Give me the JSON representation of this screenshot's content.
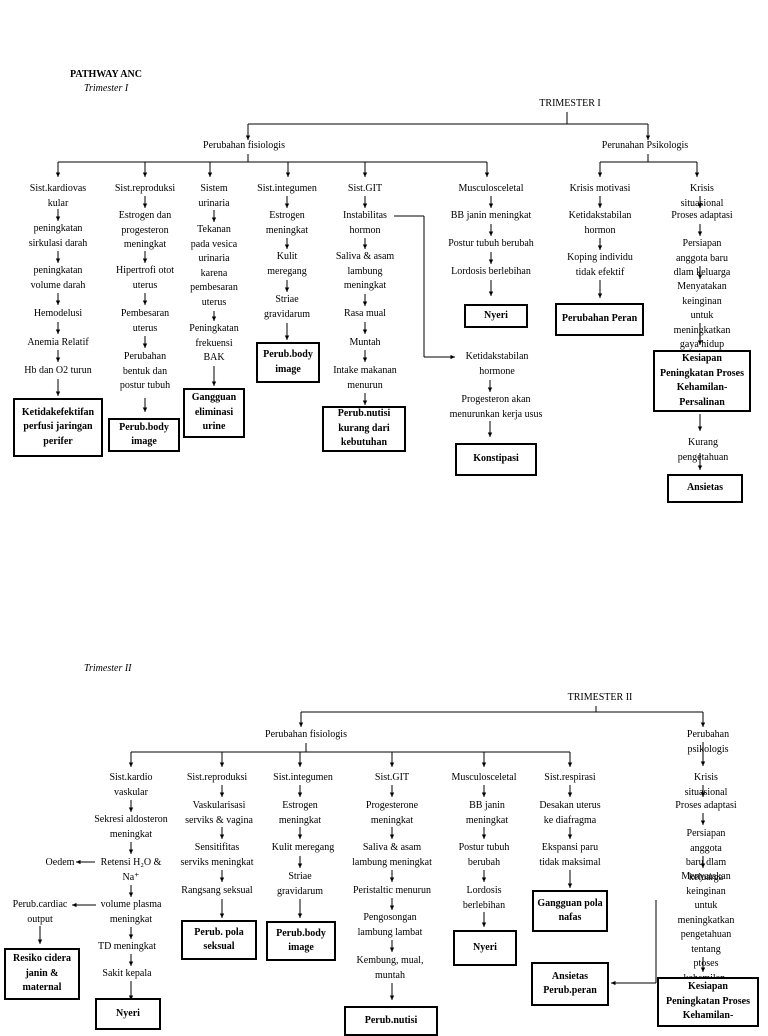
{
  "header": {
    "title": "PATHWAY ANC",
    "trimester1_label": "Trimester I",
    "trimester2_label": "Trimester II"
  },
  "t1": {
    "root": "TRIMESTER I",
    "fisiologis": "Perubahan fisiologis",
    "psikologis": "Perunahan Psikologis",
    "col1": [
      "Sist.kardiovas\nkular",
      "peningkatan\nsirkulasi darah",
      "peningkatan\nvolume darah",
      "Hemodelusi",
      "Anemia Relatif",
      "Hb dan O2 turun"
    ],
    "col1_box": "Ketidakefektifan\nperfusi jaringan\nperifer",
    "col2": [
      "Sist.reproduksi",
      "Estrogen dan\nprogesteron\nmeningkat",
      "Hipertrofi otot\nuterus",
      "Pembesaran\nuterus",
      "Perubahan\nbentuk dan\npostur tubuh"
    ],
    "col2_box": "Perub.body\nimage",
    "col3": [
      "Sistem\nurinaria",
      "Tekanan\npada vesica\nurinaria\nkarena\npembesaran\nuterus",
      "Peningkatan\nfrekuensi\nBAK"
    ],
    "col3_box": "Gangguan\neliminasi\nurine",
    "col4": [
      "Sist.integumen",
      "Estrogen\nmeningkat",
      "Kulit\nmeregang",
      "Striae\ngravidarum"
    ],
    "col4_box": "Perub.body\nimage",
    "col5": [
      "Sist.GIT",
      "Instabilitas\nhormon",
      "Saliva & asam\nlambung\nmeningkat",
      "Rasa mual",
      "Muntah",
      "Intake makanan\nmenurun"
    ],
    "col5_box": "Perub.nutisi\nkurang dari\nkebutuhan",
    "col6": [
      "Musculosceletal",
      "BB janin meningkat",
      "Postur tubuh berubah",
      "Lordosis berlebihan"
    ],
    "col6_box": "Nyeri",
    "col6b": [
      "Ketidakstabilan\nhormone",
      "Progesteron akan\nmenurunkan kerja usus"
    ],
    "col6b_box": "Konstipasi",
    "col7": [
      "Krisis motivasi",
      "Ketidakstabilan\nhormon",
      "Koping individu\ntidak efektif"
    ],
    "col7_box": "Perubahan Peran",
    "col8": [
      "Krisis situasional",
      "Proses adaptasi",
      "Persiapan anggota baru\ndlam keluarga",
      "Menyatakan keinginan\nuntuk meningkatkan\ngaya hidup prenatal"
    ],
    "col8_box": "Kesiapan\nPeningkatan Proses\nKehamilan-\nPersalinan",
    "col8_after": "Kurang pengetahuan",
    "col8_box2": "Ansietas"
  },
  "t2": {
    "root": "TRIMESTER II",
    "fisiologis": "Perubahan fisiologis",
    "psikologis": "Perubahan psikologis",
    "col1": [
      "Sist.kardio\nvaskular",
      "Sekresi aldosteron\nmeningkat",
      "Retensi H₂O &\nNa⁺",
      "volume plasma\nmeningkat",
      "TD meningkat",
      "Sakit kepala"
    ],
    "oedem": "Oedem",
    "cardiac": "Perub.cardiac\noutput",
    "resiko_box": "Resiko cidera\njanin &\nmaternal",
    "col1_box": "Nyeri",
    "col2": [
      "Sist.reproduksi",
      "Vaskularisasi\nserviks & vagina",
      "Sensitifitas\nserviks meningkat",
      "Rangsang seksual"
    ],
    "col2_box": "Perub. pola\nseksual",
    "col3": [
      "Sist.integumen",
      "Estrogen\nmeningkat",
      "Kulit meregang",
      "Striae\ngravidarum"
    ],
    "col3_box": "Perub.body\nimage",
    "col4": [
      "Sist.GIT",
      "Progesterone\nmeningkat",
      "Saliva & asam\nlambung meningkat",
      "Peristaltic menurun",
      "Pengosongan\nlambung lambat",
      "Kembung, mual,\nmuntah"
    ],
    "col4_box": "Perub.nutisi",
    "col5": [
      "Musculosceletal",
      "BB janin\nmeningkat",
      "Postur tubuh\nberubah",
      "Lordosis\nberlebihan"
    ],
    "col5_box": "Nyeri",
    "col6": [
      "Sist.respirasi",
      "Desakan uterus\nke diafragma",
      "Ekspansi paru\ntidak maksimal"
    ],
    "col6_box": "Gangguan pola\nnafas",
    "ansietas_box": "Ansietas\nPerub.peran",
    "col7": [
      "Krisis situasional",
      "Proses adaptasi",
      "Persiapan anggota\nbaru dlam keluarga",
      "Menyatakan\nkeinginan untuk\nmeningkatkan\npengetahuan tentang\nptoses kehamilan-\npersalinan"
    ],
    "col7_box": "Kesiapan\nPeningkatan Proses\nKehamilan-"
  }
}
